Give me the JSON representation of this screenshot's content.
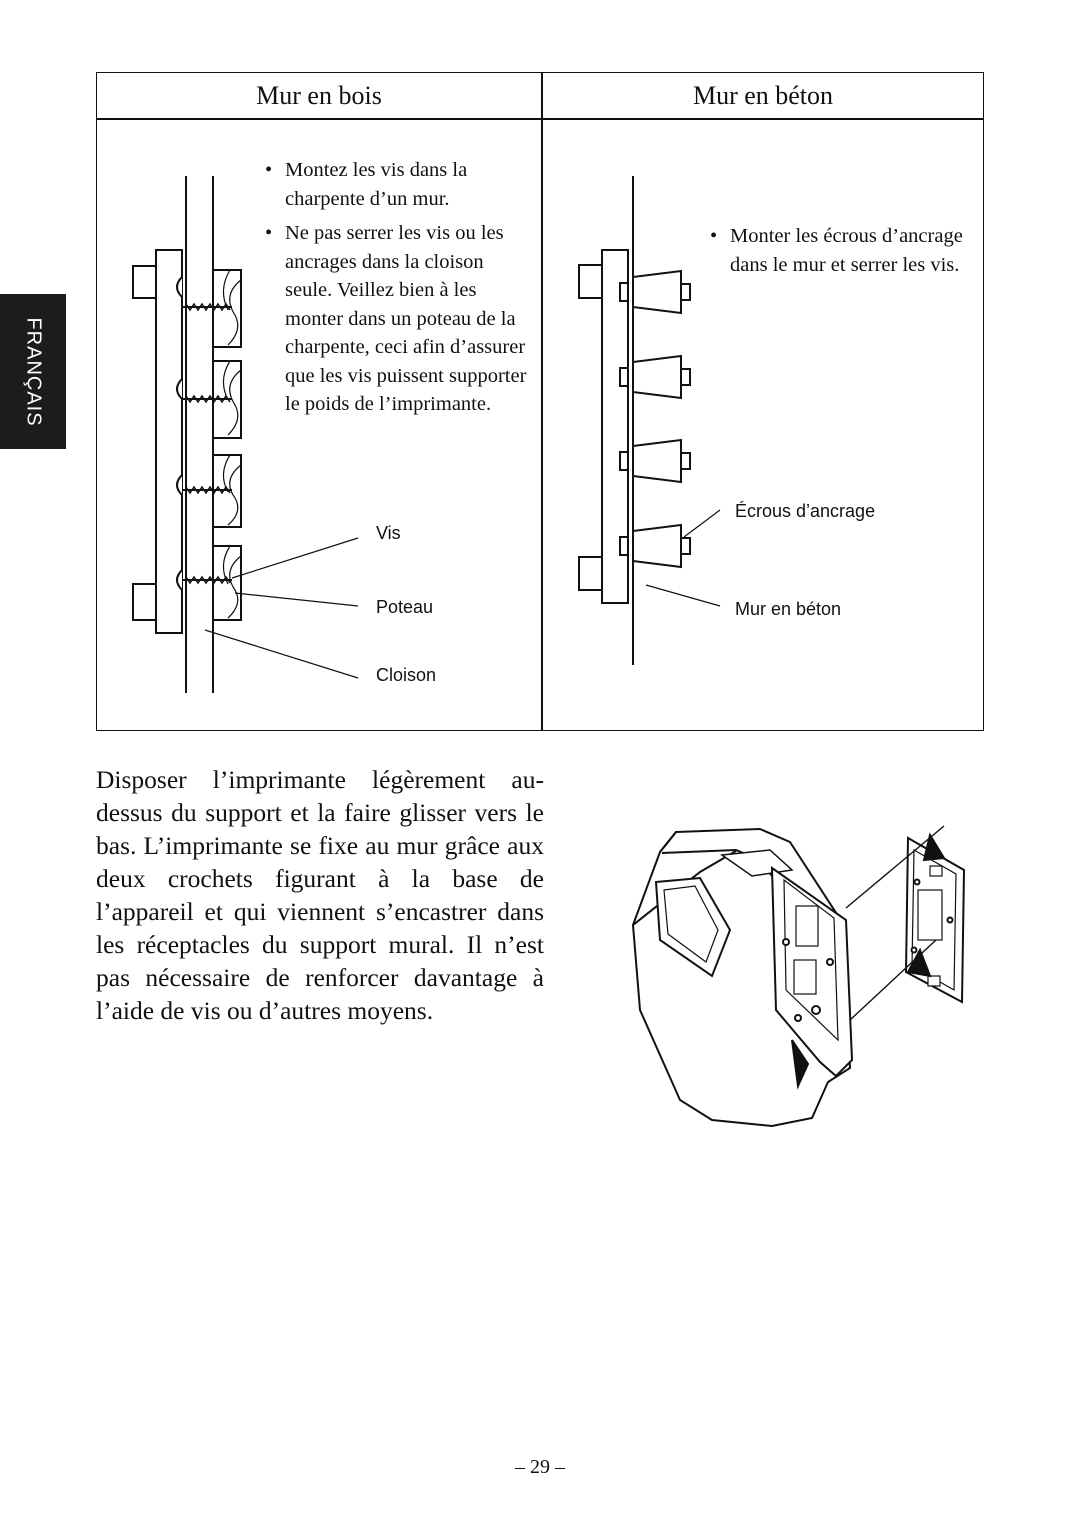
{
  "side_tab": {
    "label": "FRANÇAIS"
  },
  "table": {
    "left_title": "Mur en bois",
    "right_title": "Mur en béton",
    "wood_bullets": [
      "Montez les vis dans la charpente d’un mur.",
      "Ne pas serrer les vis ou les ancrages dans la cloison seule. Veillez bien à les monter dans un poteau de la charpente, ceci afin d’assurer que les vis puissent supporter le poids de l’imprimante."
    ],
    "concrete_bullets": [
      "Monter les écrous d’ancrage dans le mur et serrer les vis."
    ],
    "wood_callouts": {
      "screw": "Vis",
      "post": "Poteau",
      "partition": "Cloison"
    },
    "concrete_callouts": {
      "anchor_nuts": "Écrous d’ancrage",
      "concrete_wall": "Mur en béton"
    }
  },
  "body": {
    "paragraph": "Disposer l’imprimante légèrement au-dessus du support et la faire glisser vers le bas. L’imprimante se fixe au mur grâce aux deux crochets figurant à la base de l’appareil et qui viennent s’encastrer dans les réceptacles du support mural. Il n’est pas nécessaire de renforcer davantage à l’aide de vis ou d’autres moyens."
  },
  "page_number": "– 29 –"
}
